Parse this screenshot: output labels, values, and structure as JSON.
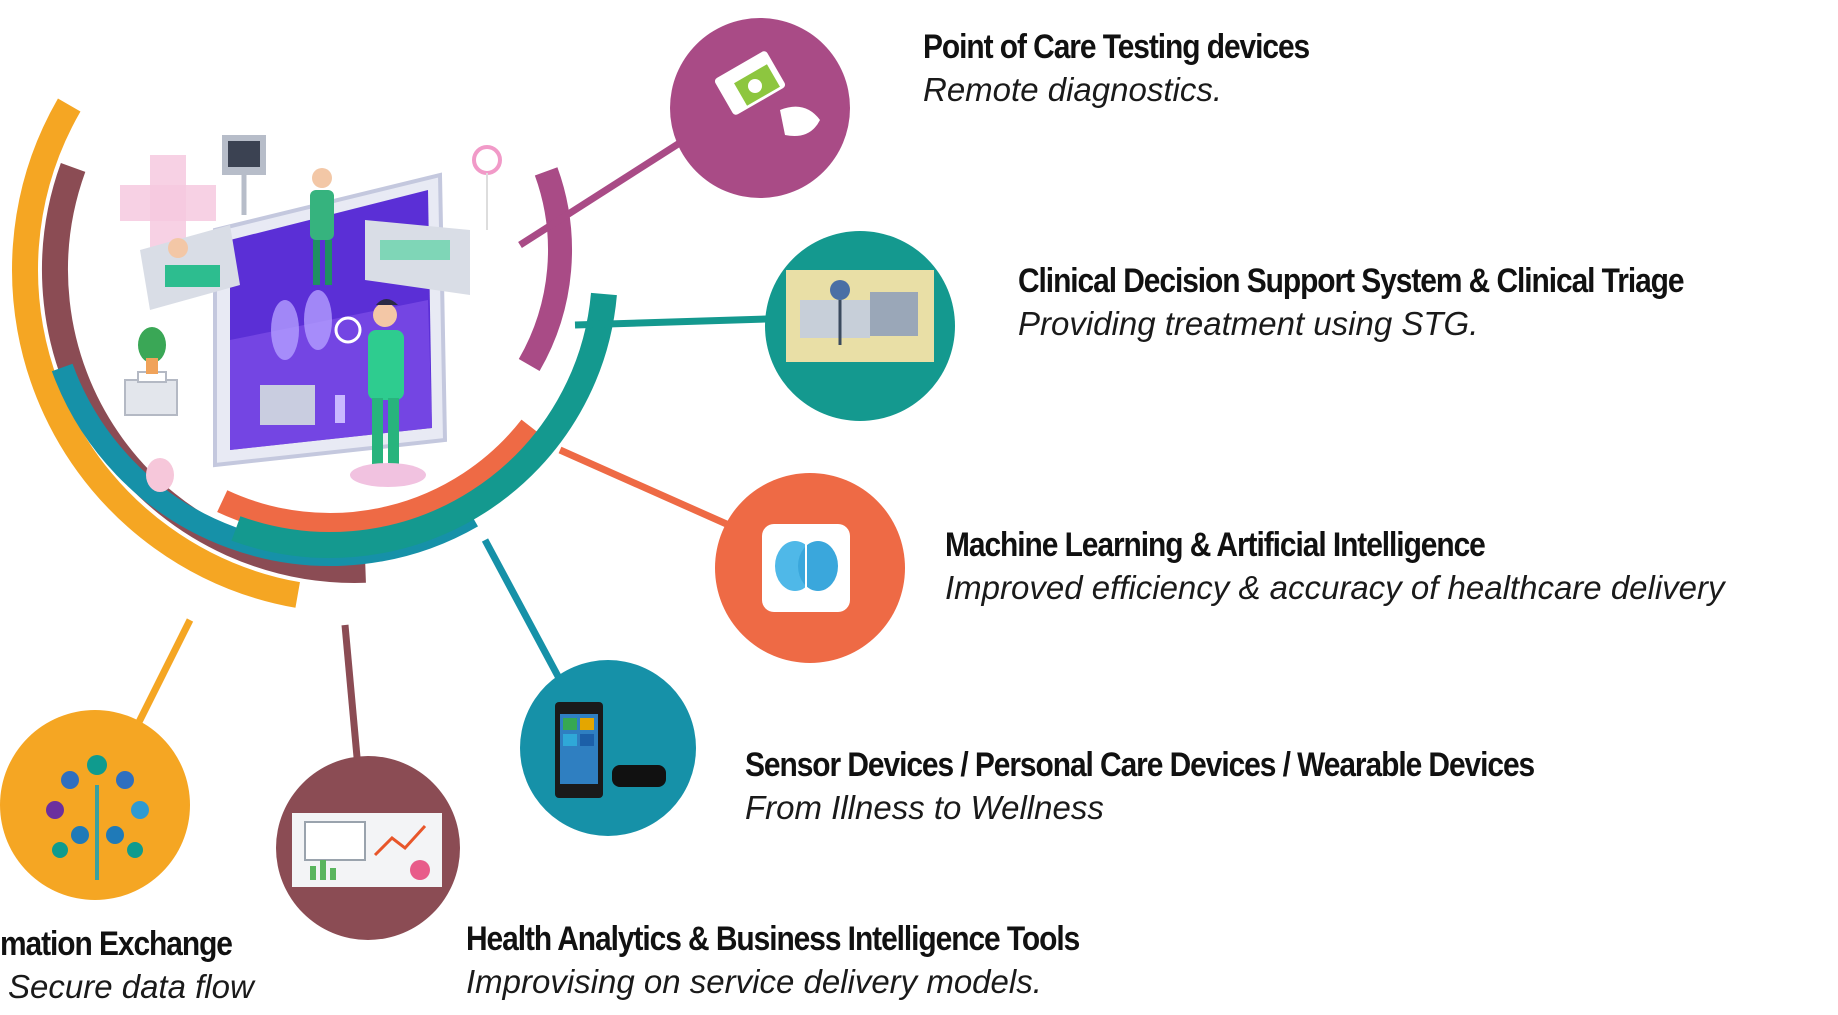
{
  "items": [
    {
      "title": "Point of Care Testing devices",
      "subtitle": "Remote diagnostics.",
      "color": "#A94B86",
      "icon": "point-of-care-device-icon"
    },
    {
      "title": "Clinical Decision Support System & Clinical Triage",
      "subtitle": "Providing treatment using STG.",
      "color": "#14998F",
      "icon": "clinical-decision-support-icon"
    },
    {
      "title": "Machine Learning & Artificial Intelligence",
      "subtitle": "Improved efficiency & accuracy of healthcare delivery",
      "color": "#EE6A45",
      "icon": "ai-brain-chip-icon"
    },
    {
      "title": "Sensor Devices / Personal Care Devices /   Wearable Devices",
      "subtitle": "From Illness to Wellness",
      "color": "#1691A8",
      "icon": "wearable-phone-icon"
    },
    {
      "title": "Health Analytics & Business Intelligence Tools",
      "subtitle": "Improvising on service delivery models.",
      "color": "#8B4C54",
      "icon": "analytics-dashboard-icon"
    },
    {
      "title": "mation Exchange",
      "subtitle": "Secure data flow",
      "color": "#F5A623",
      "icon": "information-tree-icon"
    }
  ],
  "hub_icon": "telemedicine-hospital-illustration"
}
